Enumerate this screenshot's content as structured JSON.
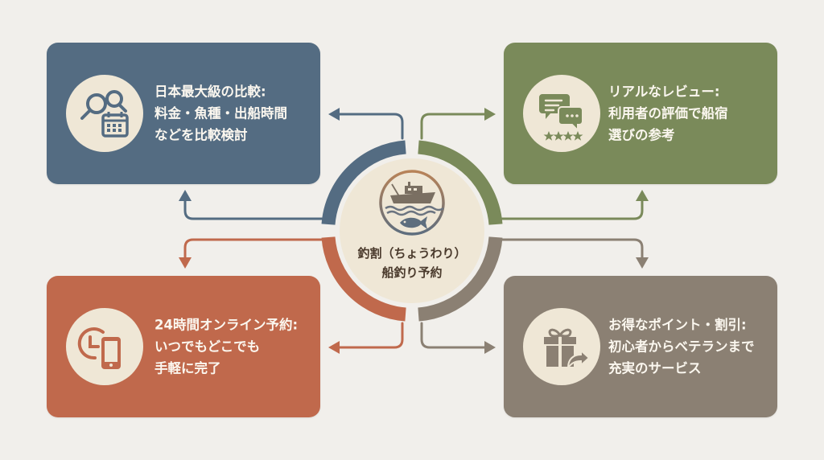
{
  "hub": {
    "title_line1": "釣割（ちょうわり）",
    "title_line2": "船釣り予約",
    "icon": "fishing-boat-fish-emblem-icon"
  },
  "colors": {
    "background": "#f1efeb",
    "comparison": "#546c82",
    "reviews": "#7a8a5a",
    "booking": "#c0694c",
    "points": "#8b8073",
    "badge": "#efe7d6",
    "card_text": "#fbf7ef",
    "hub_text": "#4a3a2c"
  },
  "features": [
    {
      "id": "comparison",
      "icon": "search-calendar-icon",
      "lines": [
        "日本最大級の比較:",
        "料金・魚種・出船時間",
        "などを比較検討"
      ]
    },
    {
      "id": "reviews",
      "icon": "chat-bubbles-stars-icon",
      "lines": [
        "リアルなレビュー:",
        "利用者の評価で船宿",
        "選びの参考"
      ]
    },
    {
      "id": "booking",
      "icon": "clock-smartphone-icon",
      "lines": [
        "24時間オンライン予約:",
        "いつでもどこでも",
        "手軽に完了"
      ]
    },
    {
      "id": "points",
      "icon": "gift-share-icon",
      "lines": [
        "お得なポイント・割引:",
        "初心者からベテランまで",
        "充実のサービス"
      ]
    }
  ]
}
